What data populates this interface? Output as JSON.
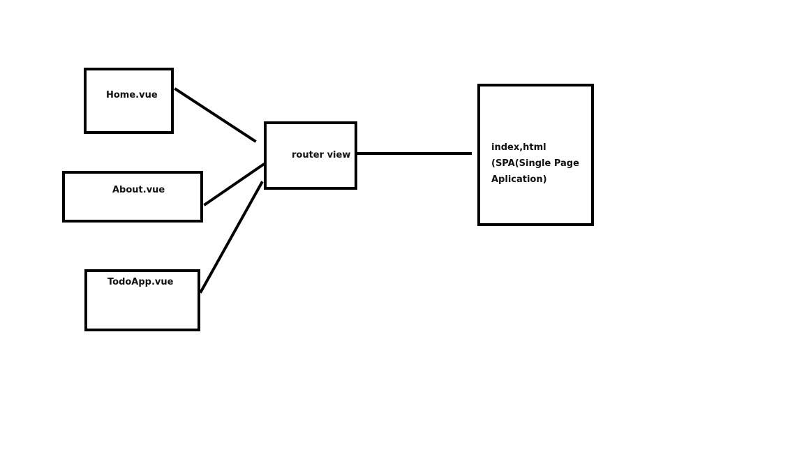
{
  "diagram": {
    "nodes": {
      "home": {
        "label": "Home.vue"
      },
      "about": {
        "label": "About.vue"
      },
      "todo": {
        "label": "TodoApp.vue"
      },
      "router": {
        "label": "router view"
      },
      "index": {
        "lines": [
          "index,html",
          "(SPA(Single Page",
          "Aplication)"
        ]
      }
    },
    "edges": [
      {
        "from": "Home.vue",
        "to": "router view"
      },
      {
        "from": "About.vue",
        "to": "router view"
      },
      {
        "from": "TodoApp.vue",
        "to": "router view"
      },
      {
        "from": "router view",
        "to": "index,html"
      }
    ],
    "colors": {
      "stroke": "#000000",
      "background": "#ffffff"
    }
  }
}
